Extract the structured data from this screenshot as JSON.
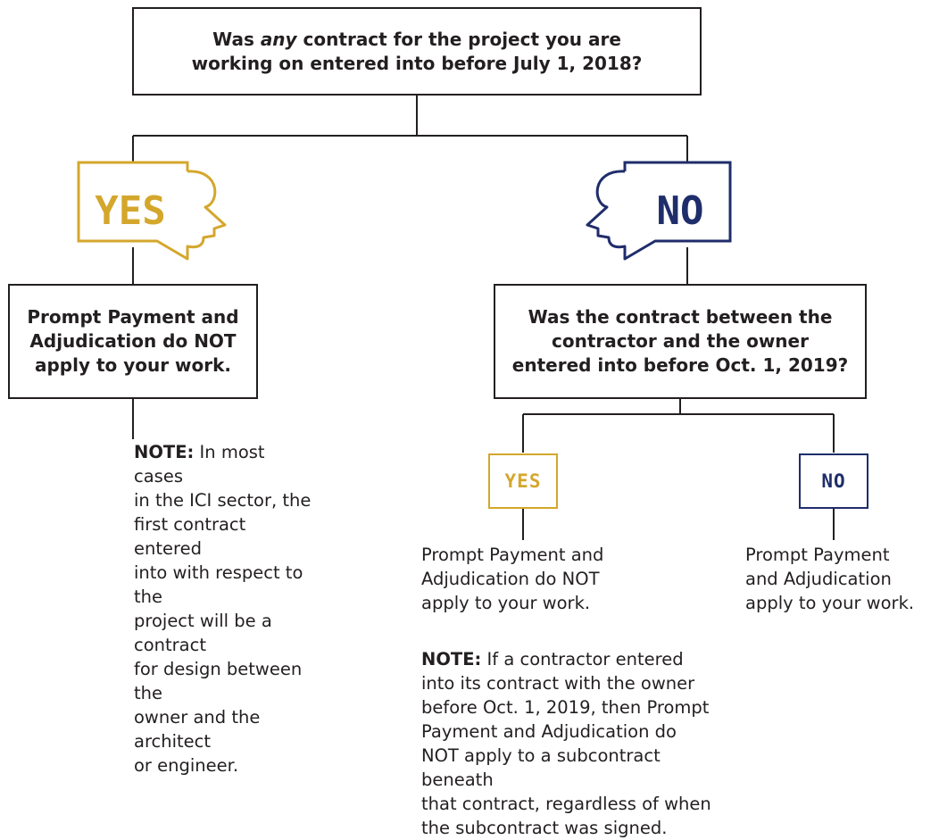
{
  "question1": {
    "prefix": "Was ",
    "emphasis": "any",
    "suffix": " contract for the project you are working on entered into before July 1, 2018?"
  },
  "yes_bubble": {
    "label": "YES",
    "color": "#d4a72c"
  },
  "no_bubble": {
    "label": "NO",
    "color": "#1f2d6b"
  },
  "answer_left": {
    "text": "Prompt Payment and Adjudication do NOT apply to your work."
  },
  "note_left": {
    "label": "NOTE:",
    "text": " In most cases\nin the ICI sector, the\nfirst contract entered\ninto with respect to the\nproject will be a contract\nfor design between the\nowner and the architect\nor engineer."
  },
  "question2": {
    "text": "Was the contract between the contractor and the owner entered into before Oct. 1, 2019?"
  },
  "yes_small": {
    "label": "YES"
  },
  "no_small": {
    "label": "NO"
  },
  "answer_yes": {
    "text": "Prompt Payment and\nAdjudication do NOT\napply to your work."
  },
  "answer_no": {
    "text": "Prompt Payment\nand Adjudication\napply to your work."
  },
  "note_right": {
    "label": "NOTE:",
    "text": " If a contractor entered\ninto its contract with the owner\nbefore Oct. 1, 2019, then Prompt\nPayment and Adjudication do\nNOT apply to a subcontract beneath\nthat contract, regardless of when\nthe subcontract was signed."
  }
}
